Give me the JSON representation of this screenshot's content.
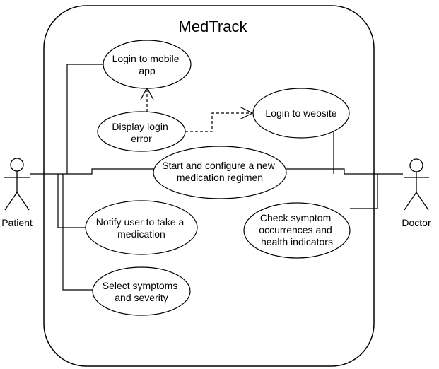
{
  "system": {
    "title": "MedTrack"
  },
  "actors": {
    "patient": {
      "label": "Patient"
    },
    "doctor": {
      "label": "Doctor"
    }
  },
  "use_cases": {
    "login_mobile": [
      "Login to mobile",
      "app"
    ],
    "display_error": [
      "Display login",
      "error"
    ],
    "login_website": [
      "Login to website"
    ],
    "start_regimen": [
      "Start and configure a new",
      "medication regimen"
    ],
    "check_symptoms": [
      "Check symptom",
      "occurrences and",
      "health indicators"
    ],
    "notify_user": [
      "Notify user to take a",
      "medication"
    ],
    "select_symptoms": [
      "Select symptoms",
      "and severity"
    ]
  },
  "colors": {
    "stroke": "#000000",
    "fill": "#ffffff"
  }
}
